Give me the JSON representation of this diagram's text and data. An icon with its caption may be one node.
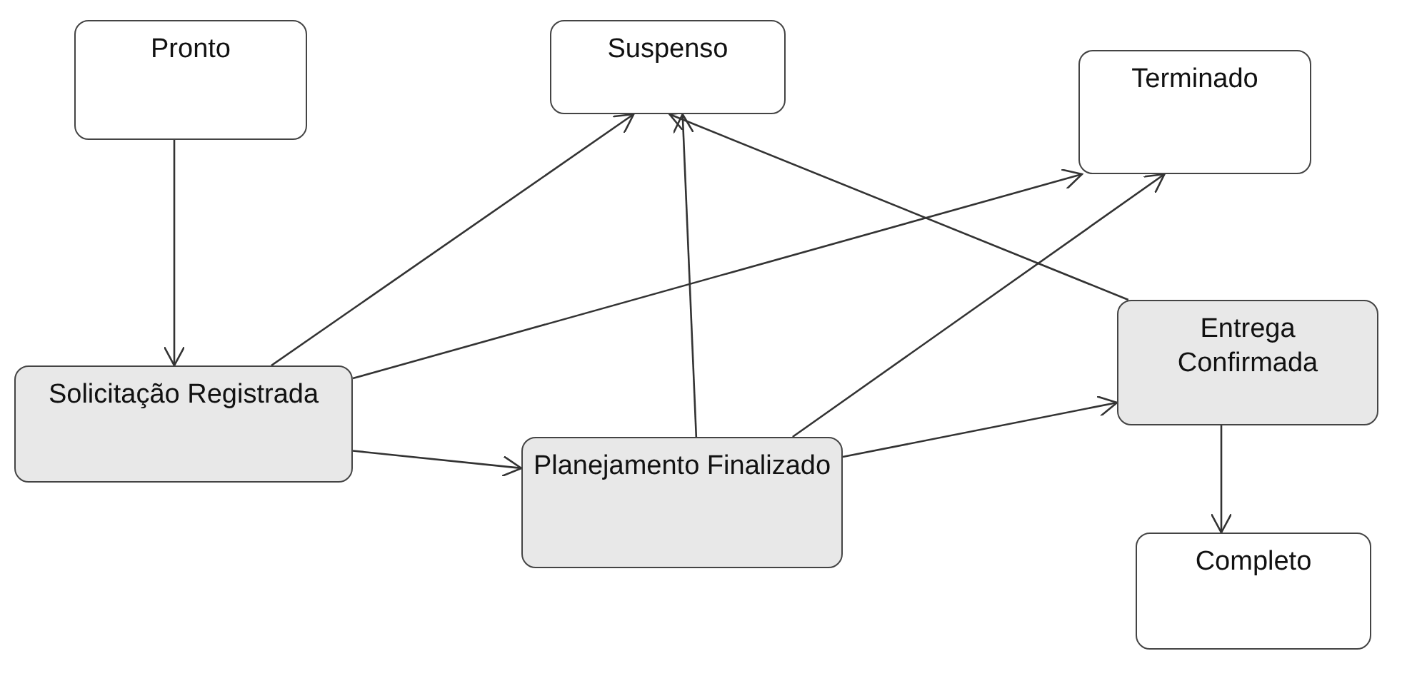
{
  "diagram": {
    "nodes": [
      {
        "text": [
          "Pronto"
        ]
      },
      {
        "text": [
          "Suspenso"
        ]
      },
      {
        "text": [
          "Terminado"
        ]
      },
      {
        "text": [
          "Solicitação Registrada"
        ]
      },
      {
        "text": [
          "Planejamento Finalizado"
        ]
      },
      {
        "text": [
          "Entrega Confirmada"
        ]
      },
      {
        "text": [
          "Completo"
        ]
      }
    ],
    "edges": [
      {
        "from": 0,
        "to": 3,
        "arrow": "to"
      },
      {
        "from": 3,
        "to": 1,
        "arrow": "to"
      },
      {
        "from": 3,
        "to": 2,
        "arrow": "to"
      },
      {
        "from": 3,
        "to": 4,
        "arrow": "to"
      },
      {
        "from": 4,
        "to": 1,
        "arrow": "to"
      },
      {
        "from": 4,
        "to": 2,
        "arrow": "to"
      },
      {
        "from": 4,
        "to": 5,
        "arrow": "to"
      },
      {
        "from": 5,
        "to": 1,
        "arrow": "to"
      },
      {
        "from": 5,
        "to": 6,
        "arrow": "to"
      }
    ]
  }
}
